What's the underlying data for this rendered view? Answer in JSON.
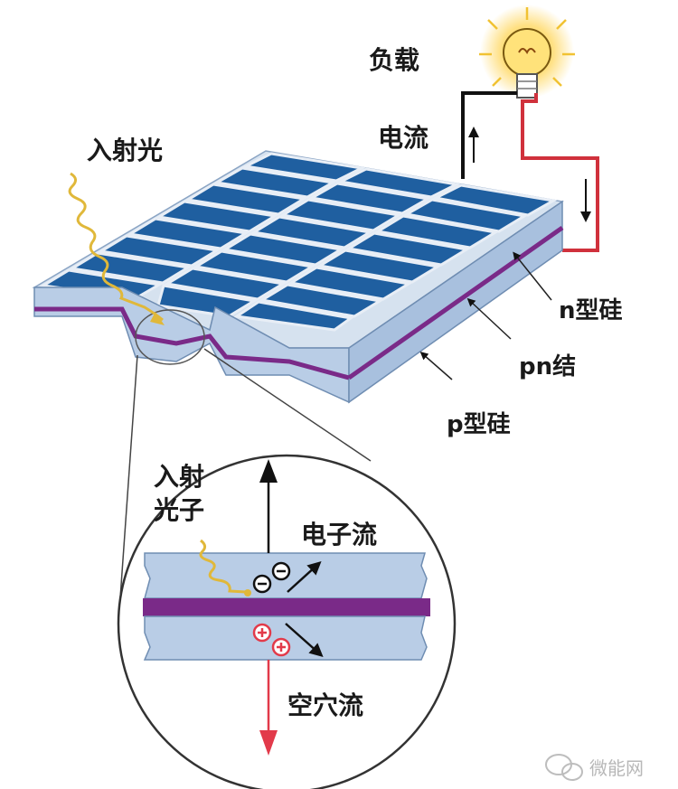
{
  "labels": {
    "load": "负载",
    "current": "电流",
    "incident_light": "入射光",
    "n_silicon": "n型硅",
    "pn_junction": "pn结",
    "p_silicon": "p型硅",
    "incident_photon_line1": "入射",
    "incident_photon_line2": "光子",
    "electron_flow": "电子流",
    "hole_flow": "空穴流",
    "electron_sign": "−",
    "hole_sign": "+"
  },
  "watermark": "微能网",
  "colors": {
    "cell_blue": "#1f5fa0",
    "grid_line": "#dfe8f2",
    "silicon": "#b9cde6",
    "junction": "#7a2a88",
    "wire_red": "#d0313c",
    "wire_black": "#111111",
    "photon": "#e0b83a",
    "hole": "#e23a4a"
  },
  "icons": {
    "bulb": "light-bulb-icon",
    "watermark": "wechat-icon"
  }
}
